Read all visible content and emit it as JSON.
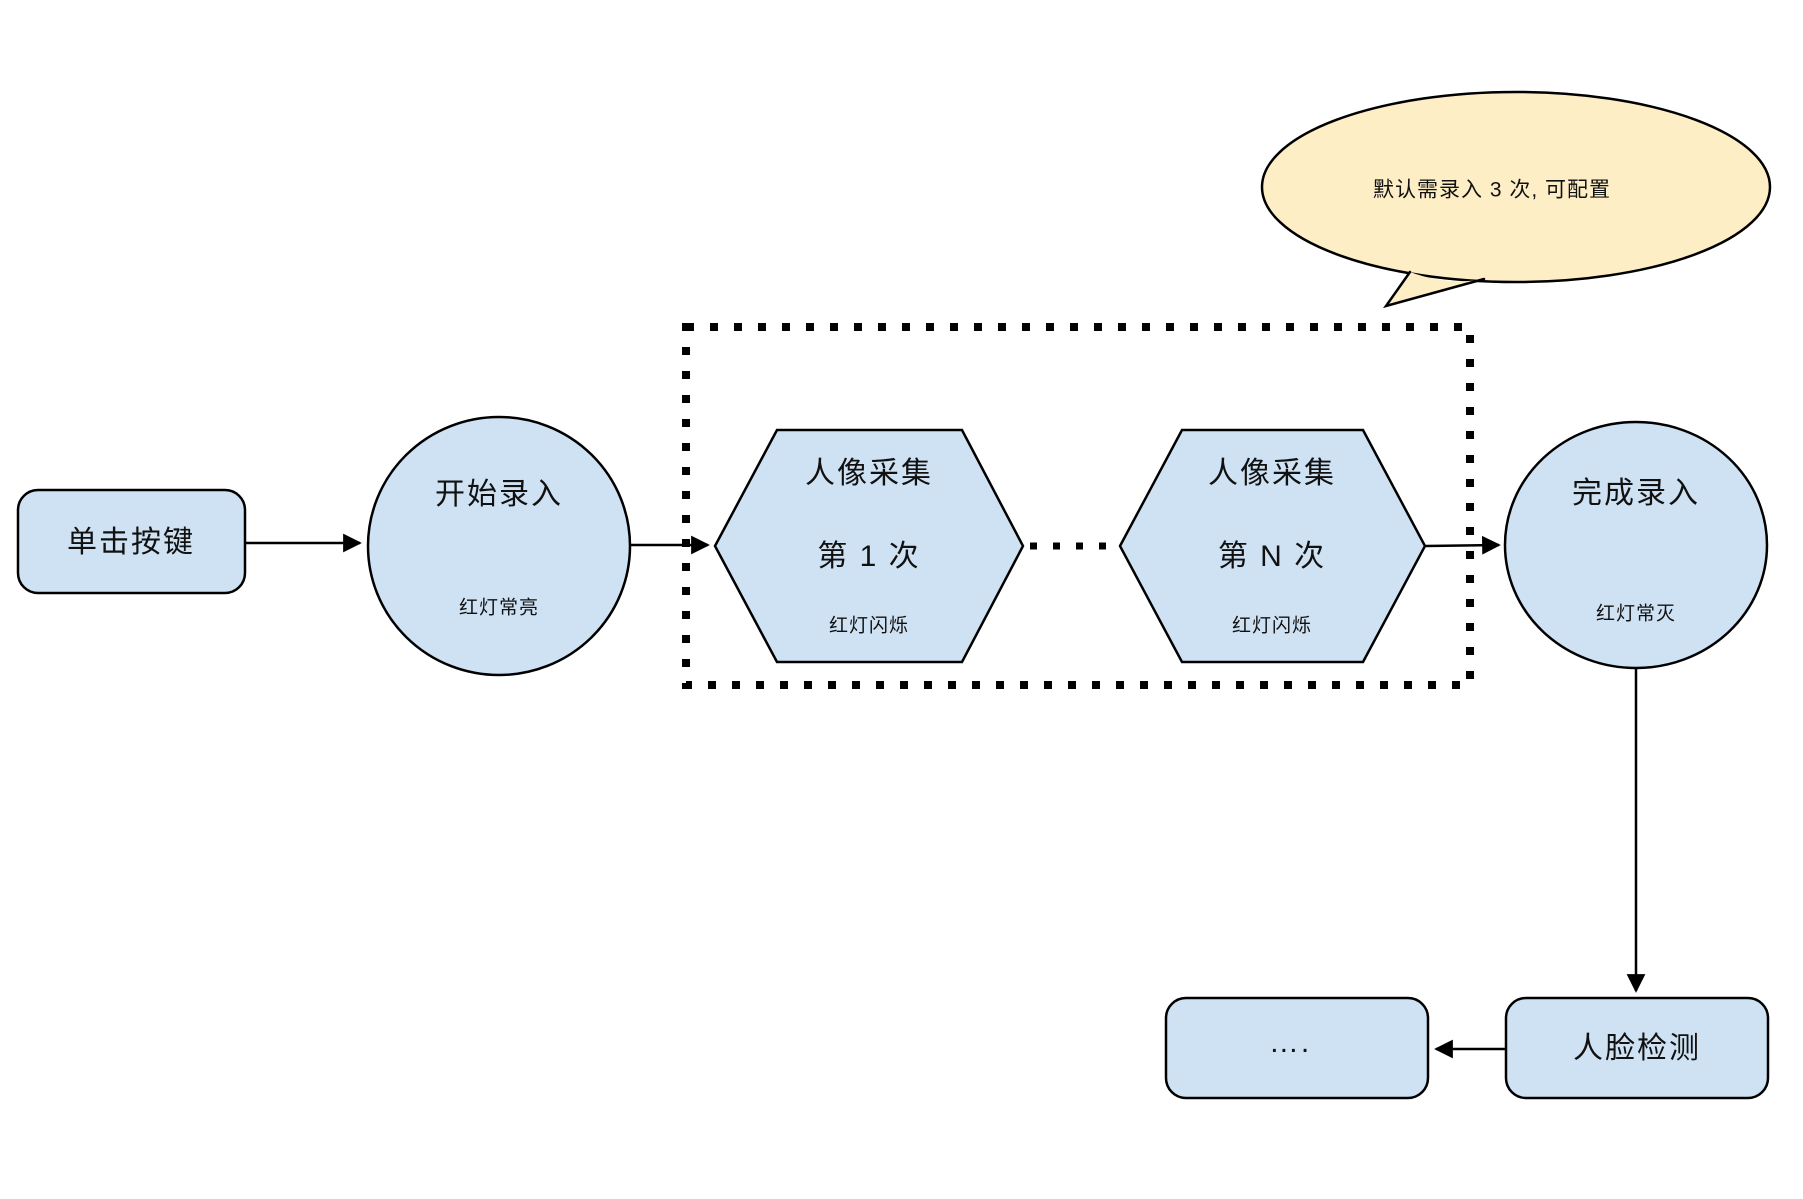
{
  "diagram": {
    "title_hint": "face-enrollment-flowchart",
    "callout": {
      "text": "默认需录入 3 次, 可配置"
    },
    "nodes": {
      "click_button": {
        "label": "单击按键"
      },
      "start_record": {
        "label": "开始录入",
        "sublabel": "红灯常亮"
      },
      "capture_first": {
        "line1": "人像采集",
        "line2": "第 1 次",
        "sublabel": "红灯闪烁"
      },
      "capture_nth": {
        "line1": "人像采集",
        "line2": "第 N 次",
        "sublabel": "红灯闪烁"
      },
      "finish_record": {
        "label": "完成录入",
        "sublabel": "红灯常灭"
      },
      "ellipsis_box": {
        "label": "…."
      },
      "face_detect": {
        "label": "人脸检测"
      }
    },
    "colors": {
      "node_fill": "#cfe2f3",
      "node_stroke": "#000000",
      "callout_fill": "#fdeec5",
      "background": "#ffffff"
    }
  }
}
